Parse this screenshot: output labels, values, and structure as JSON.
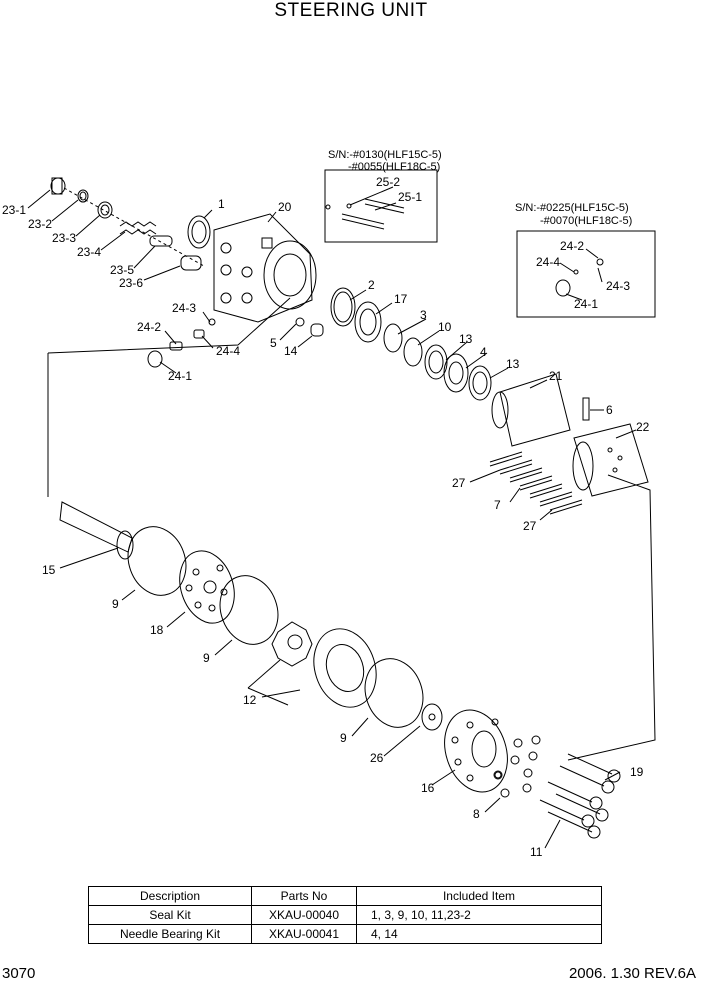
{
  "title": "STEERING UNIT",
  "serial_notes": {
    "upper": [
      "S/N:-#0130(HLF15C-5)",
      "-#0055(HLF18C-5)"
    ],
    "right": [
      "S/N:-#0225(HLF15C-5)",
      "-#0070(HLF18C-5)"
    ]
  },
  "callouts": [
    "23-1",
    "23-2",
    "23-3",
    "23-4",
    "23-5",
    "23-6",
    "1",
    "20",
    "25-2",
    "25-1",
    "24-2",
    "24-4",
    "24-3",
    "24-1",
    "24-3",
    "24-2",
    "24-4",
    "24-1",
    "5",
    "14",
    "2",
    "17",
    "3",
    "10",
    "13",
    "4",
    "13",
    "21",
    "6",
    "22",
    "27",
    "7",
    "27",
    "15",
    "9",
    "18",
    "9",
    "12",
    "9",
    "26",
    "16",
    "8",
    "19",
    "11"
  ],
  "table": {
    "headers": [
      "Description",
      "Parts No",
      "Included Item"
    ],
    "rows": [
      [
        "Seal Kit",
        "XKAU-00040",
        "1, 3, 9, 10, 11,23-2"
      ],
      [
        "Needle Bearing Kit",
        "XKAU-00041",
        "4, 14"
      ]
    ]
  },
  "footer": {
    "page": "3070",
    "revision": "2006. 1.30  REV.6A"
  }
}
